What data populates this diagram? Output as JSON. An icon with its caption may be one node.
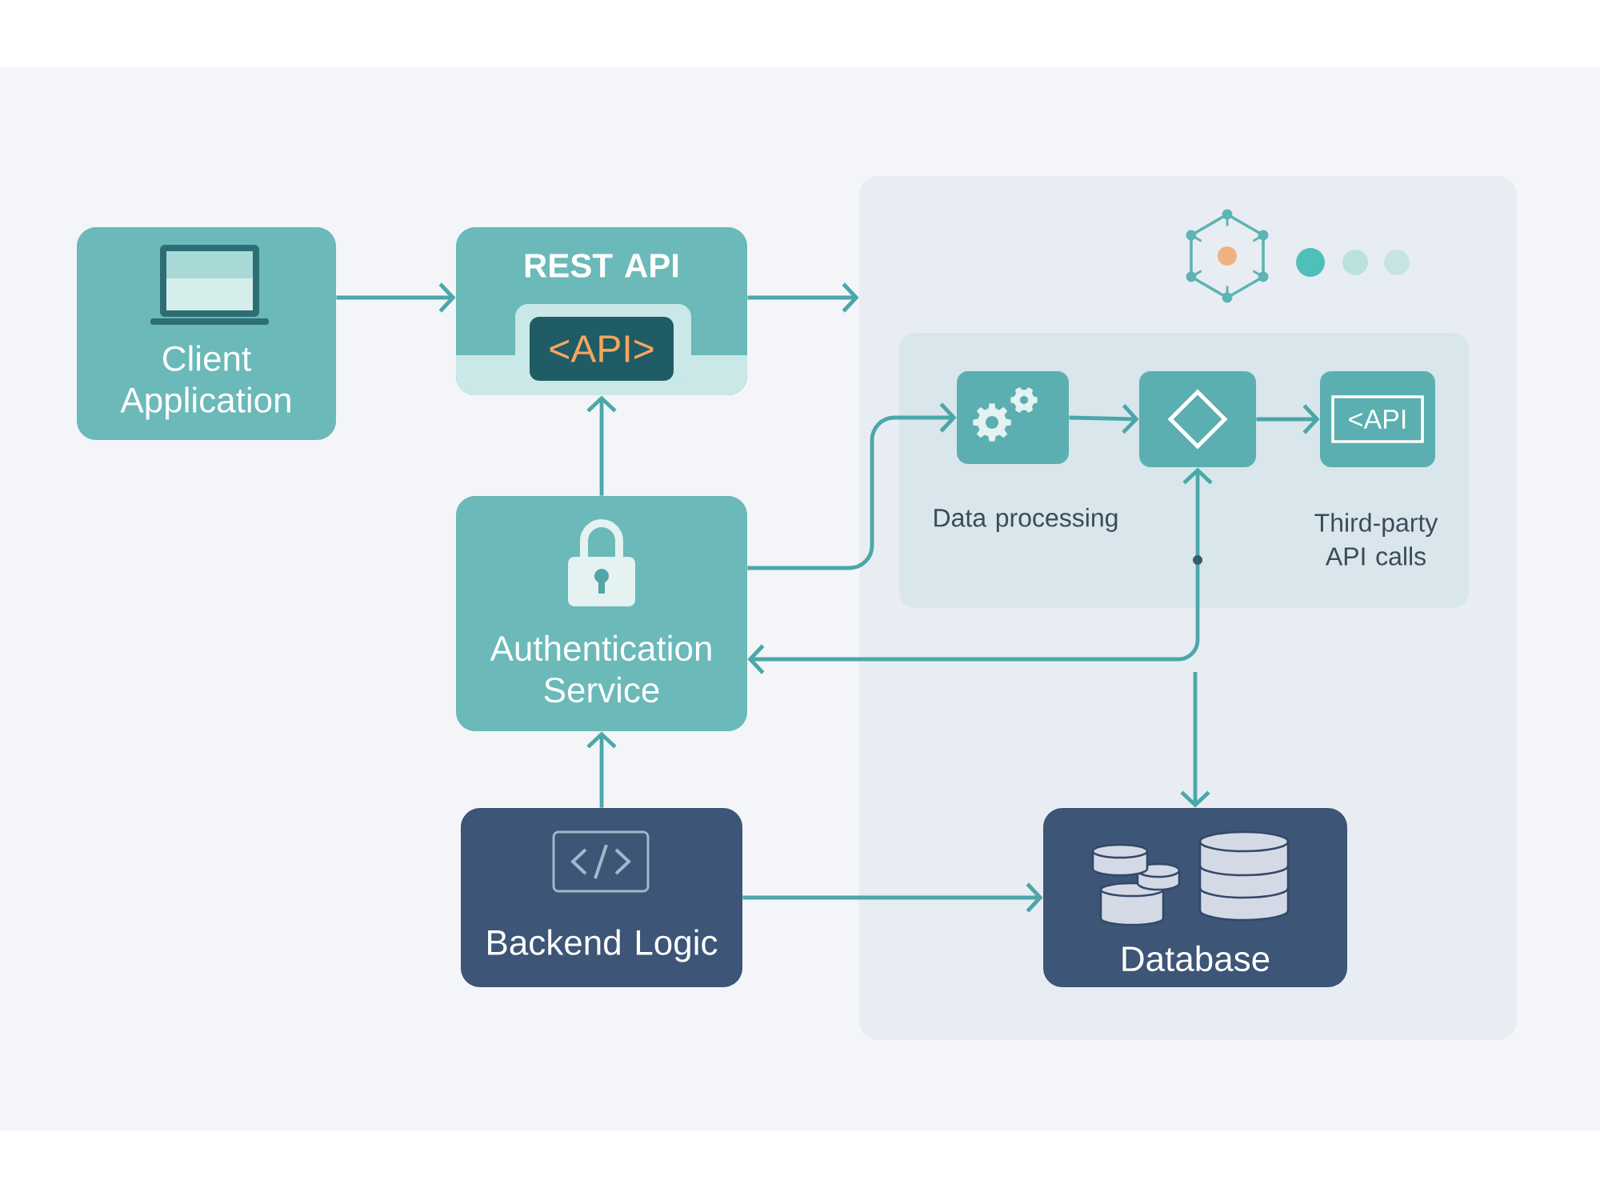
{
  "diagram": {
    "nodes": [
      {
        "text": [
          "Client Application"
        ]
      },
      {
        "text": [
          "REST API",
          "<API>"
        ]
      },
      {
        "text": [
          "Authentication Service"
        ]
      },
      {
        "text": [
          "Backend Logic"
        ]
      },
      {
        "text": [],
        "shape": "box"
      },
      {
        "text": [],
        "shape": "box",
        "in": 4
      },
      {
        "text": [],
        "shape": "box",
        "in": 5,
        "beside": [
          "Data processing"
        ]
      },
      {
        "text": [],
        "shape": "box",
        "in": 5
      },
      {
        "text": [
          "<API"
        ],
        "in": 5,
        "beside": [
          "Third-party API calls"
        ]
      },
      {
        "text": [
          "Database"
        ],
        "in": 4
      }
    ],
    "edges": [
      {
        "from": 0,
        "to": 1,
        "arrow": "to"
      },
      {
        "from": 1,
        "to": 4,
        "arrow": "to"
      },
      {
        "from": 2,
        "to": 1,
        "arrow": "to"
      },
      {
        "from": 2,
        "to": 6,
        "arrow": "to"
      },
      {
        "from": 6,
        "to": 7,
        "arrow": "to"
      },
      {
        "from": 7,
        "to": 8,
        "arrow": "to"
      },
      {
        "from": 2,
        "to": 7,
        "arrow": "both"
      },
      {
        "from": null,
        "to": 9,
        "arrow": "to"
      },
      {
        "from": 3,
        "to": 2,
        "arrow": "to"
      },
      {
        "from": 3,
        "to": 9,
        "arrow": "to"
      }
    ]
  }
}
